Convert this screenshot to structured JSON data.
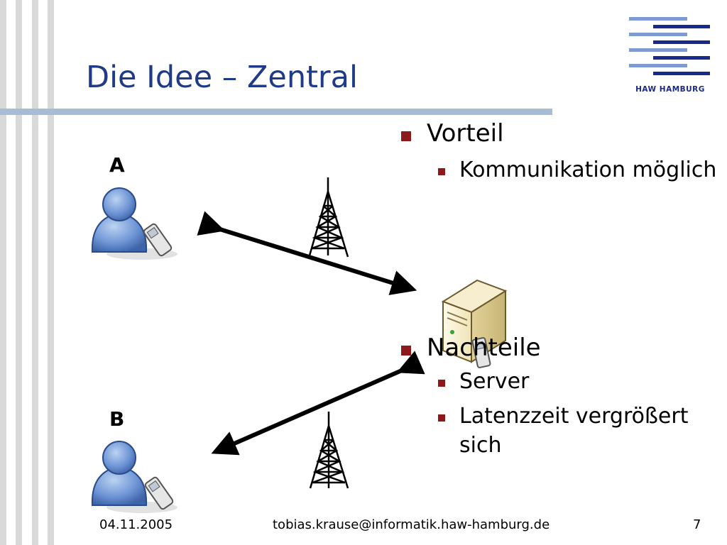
{
  "slide": {
    "title": "Die Idee – Zentral",
    "logo_text": "HAW HAMBURG"
  },
  "diagram": {
    "user_a_label": "A",
    "user_b_label": "B"
  },
  "bullets": {
    "pro": {
      "heading": "Vorteil",
      "items": [
        "Kommunikation möglich"
      ]
    },
    "con": {
      "heading": "Nachteile",
      "items": [
        "Server",
        "Latenzzeit vergrößert sich"
      ]
    }
  },
  "footer": {
    "date": "04.11.2005",
    "email": "tobias.krause@informatik.haw-hamburg.de",
    "page": "7"
  },
  "colors": {
    "title": "#1f3a86",
    "rule": "#a9bcd6",
    "bullet": "#8b1a1a",
    "logo_dark": "#1a2a8a",
    "logo_light": "#7f9ad0"
  }
}
